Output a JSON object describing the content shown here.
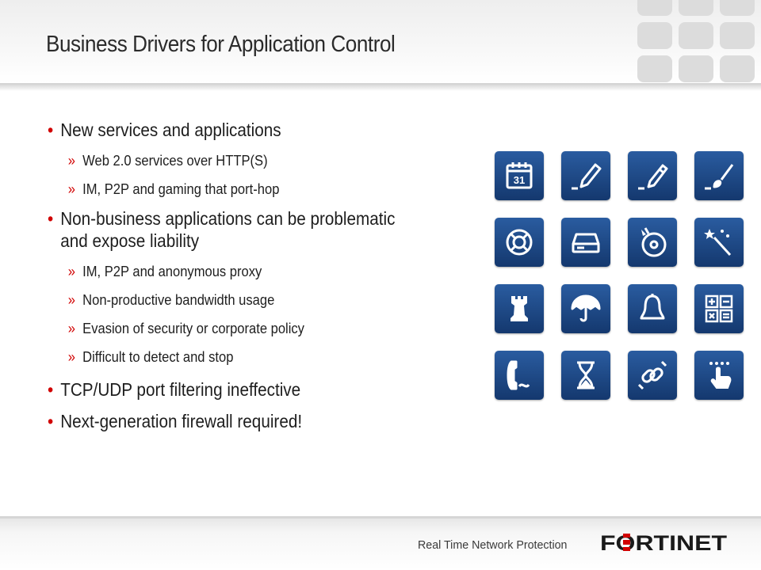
{
  "title": "Business Drivers for Application Control",
  "bullets": [
    {
      "text": "New services and applications",
      "sub": [
        "Web 2.0 services over HTTP(S)",
        "IM, P2P and gaming that port-hop"
      ]
    },
    {
      "text": "Non-business applications can be problematic and expose liability",
      "sub": [
        "IM, P2P and anonymous proxy",
        "Non-productive bandwidth usage",
        "Evasion of security or corporate policy",
        "Difficult to detect and stop"
      ]
    },
    {
      "text": "TCP/UDP port filtering ineffective",
      "sub": []
    },
    {
      "text": "Next-generation firewall required!",
      "sub": []
    }
  ],
  "icons": [
    "calendar-icon",
    "pencil-icon",
    "pen-icon",
    "paintbrush-icon",
    "lifebuoy-icon",
    "hard-drive-icon",
    "disc-icon",
    "magic-wand-icon",
    "chess-rook-icon",
    "umbrella-icon",
    "bell-icon",
    "calculator-icon",
    "telephone-icon",
    "hourglass-icon",
    "link-icon",
    "touch-hand-icon"
  ],
  "calendar_day": "31",
  "footer": {
    "tagline": "Real Time Network Protection",
    "logo_text": "FORTINET"
  },
  "colors": {
    "accent": "#d10000",
    "icon_tile": "#1f4a87",
    "title": "#2b2b2b"
  }
}
